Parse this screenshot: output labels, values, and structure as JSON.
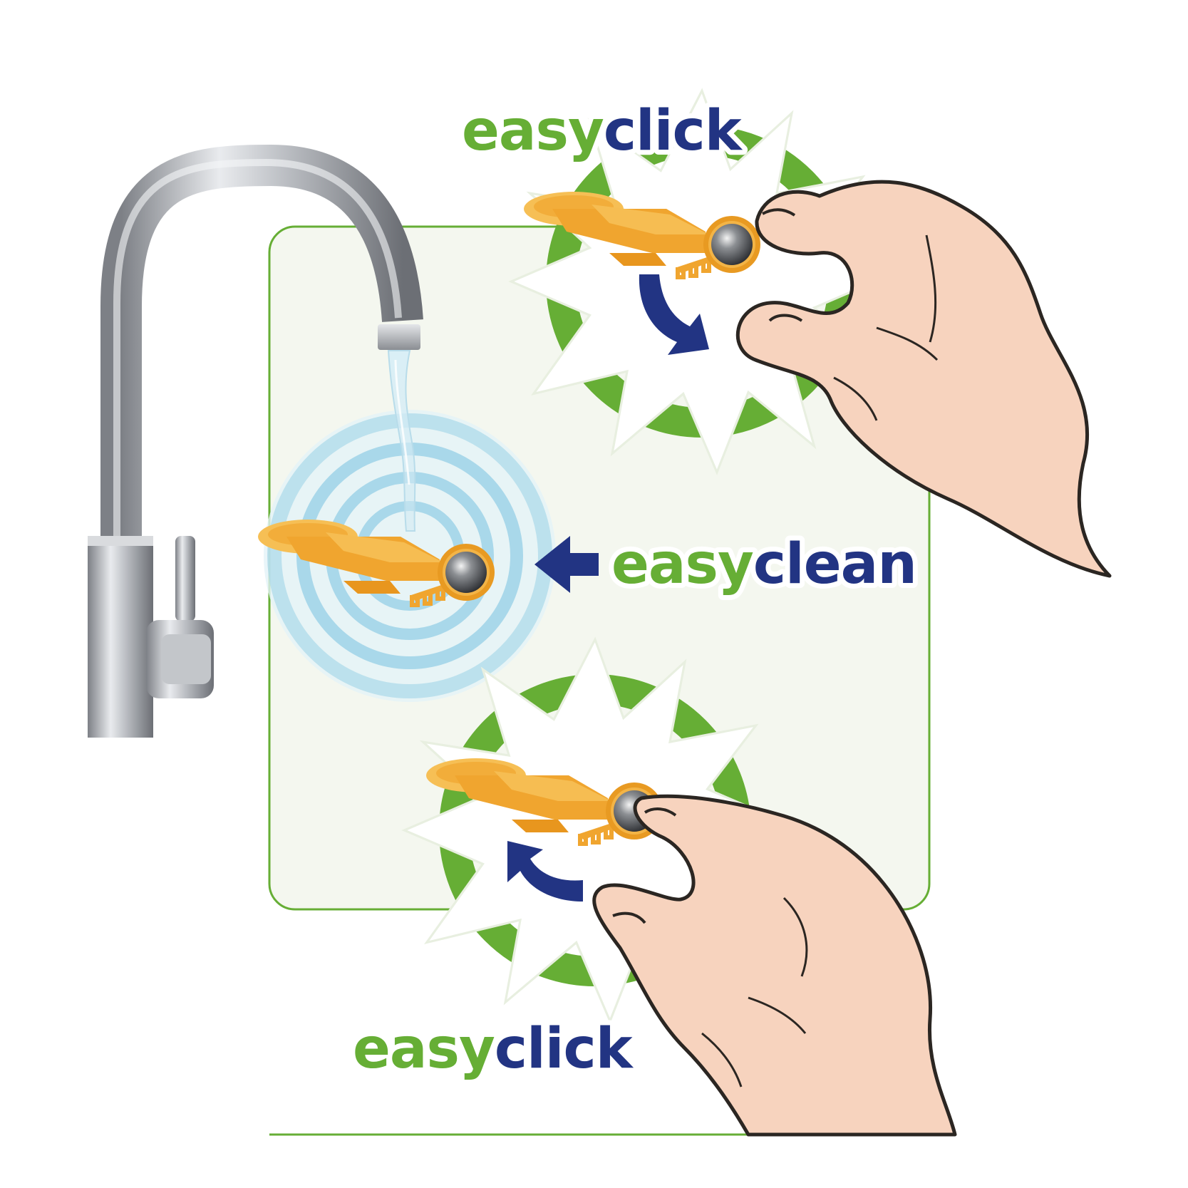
{
  "labels": {
    "top": {
      "first": "easy",
      "second": "click"
    },
    "middle": {
      "first": "easy",
      "second": "clean"
    },
    "bottom": {
      "first": "easy",
      "second": "click"
    }
  },
  "colors": {
    "accent_green": "#66ae35",
    "accent_navy": "#223483",
    "panel_background": "#f4f7ef",
    "part_orange": "#f2ad3a",
    "water_blue": "#a9d8ea",
    "skin": "#f7d3be"
  },
  "icons": [
    "faucet-icon",
    "water-stream-icon",
    "aerator-part-icon",
    "hand-icon",
    "rotate-arrow-icon",
    "push-arrow-icon",
    "ripple-icon",
    "starburst-icon"
  ]
}
